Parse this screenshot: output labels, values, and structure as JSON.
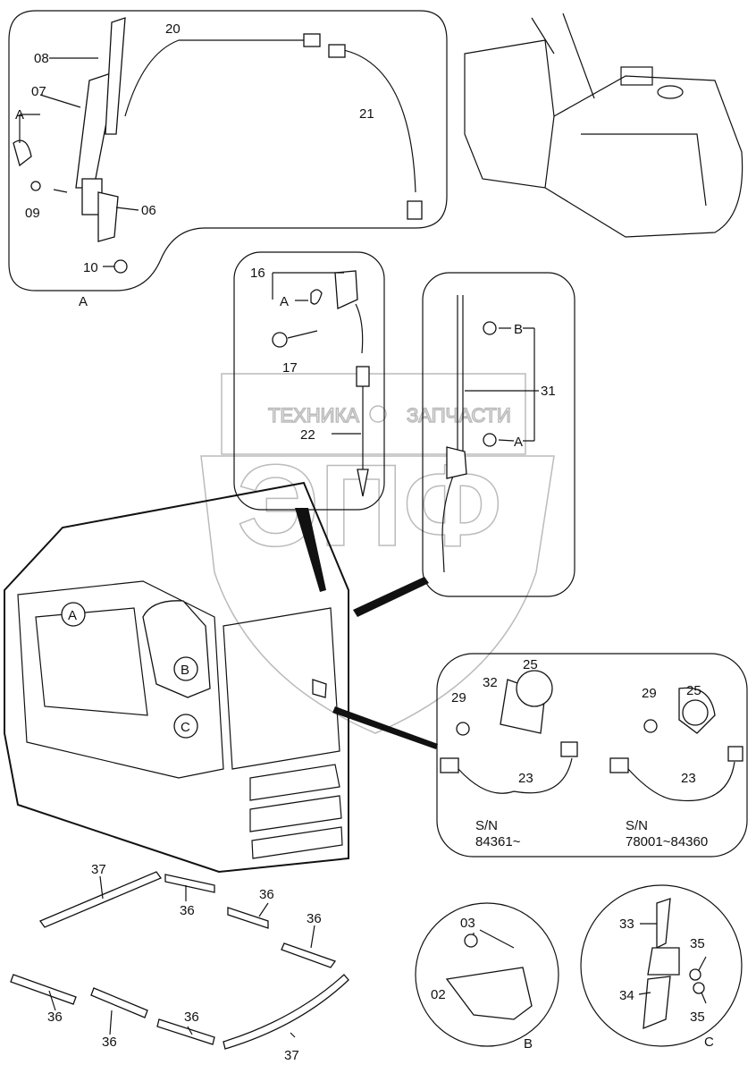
{
  "watermark": {
    "top_text_left": "ТЕХНИКА",
    "top_text_right": "ЗАПЧАСТИ",
    "logo": "ЭПФ"
  },
  "labels": {
    "p08": "08",
    "p07": "07",
    "pA1": "A",
    "p09": "09",
    "p06": "06",
    "p10": "10",
    "detailA": "A",
    "p20": "20",
    "p21": "21",
    "p16": "16",
    "pA2": "A",
    "p17": "17",
    "p22": "22",
    "p31": "31",
    "pB1": "B",
    "pA3": "A",
    "cA": "A",
    "cB": "B",
    "cC": "C",
    "p25a": "25",
    "p32": "32",
    "p29a": "29",
    "p23a": "23",
    "sn1_label": "S/N",
    "sn1_range": "84361~",
    "p29b": "29",
    "p25b": "25",
    "p23b": "23",
    "sn2_label": "S/N",
    "sn2_range": "78001~84360",
    "p37a": "37",
    "p36a": "36",
    "p36b": "36",
    "p36c": "36",
    "p36d": "36",
    "p36e": "36",
    "p36f": "36",
    "p37b": "37",
    "p03": "03",
    "p02": "02",
    "detailB": "B",
    "p33": "33",
    "p35a": "35",
    "p34": "34",
    "p35b": "35",
    "detailC": "C"
  }
}
